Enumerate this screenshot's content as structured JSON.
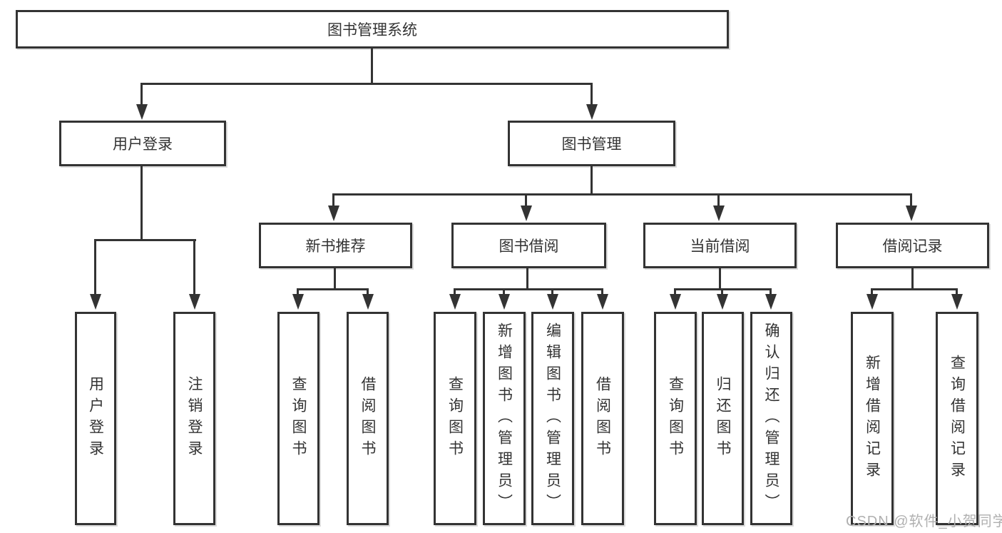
{
  "colors": {
    "line": "#333333",
    "text": "#333333",
    "box_background": "#ffffff",
    "watermark": "#b0b0b0"
  },
  "watermark": {
    "text": "CSDN @软件_小贺同学"
  },
  "tree": {
    "root": {
      "label": "图书管理系统"
    },
    "branches": [
      {
        "label": "用户登录",
        "leaves": [
          {
            "label": "用户登录"
          },
          {
            "label": "注销登录"
          }
        ]
      },
      {
        "label": "图书管理",
        "sections": [
          {
            "label": "新书推荐",
            "leaves": [
              {
                "label": "查询图书"
              },
              {
                "label": "借阅图书"
              }
            ]
          },
          {
            "label": "图书借阅",
            "leaves": [
              {
                "label": "查询图书"
              },
              {
                "label": "新增图书（管理员）"
              },
              {
                "label": "编辑图书（管理员）"
              },
              {
                "label": "借阅图书"
              }
            ]
          },
          {
            "label": "当前借阅",
            "leaves": [
              {
                "label": "查询图书"
              },
              {
                "label": "归还图书"
              },
              {
                "label": "确认归还（管理员）"
              }
            ]
          },
          {
            "label": "借阅记录",
            "leaves": [
              {
                "label": "新增借阅记录"
              },
              {
                "label": "查询借阅记录"
              }
            ]
          }
        ]
      }
    ]
  }
}
